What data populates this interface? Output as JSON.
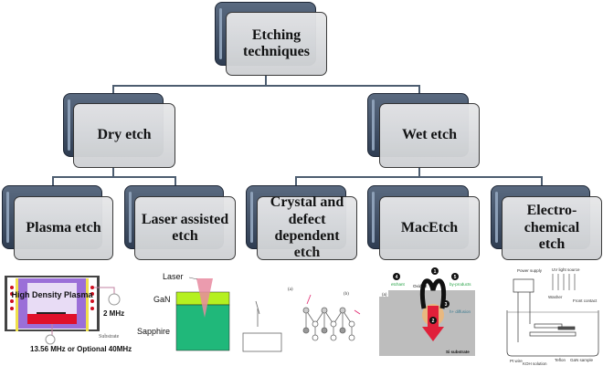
{
  "root": {
    "label": "Etching techniques"
  },
  "level1": [
    {
      "label": "Dry etch"
    },
    {
      "label": "Wet etch"
    }
  ],
  "level2": [
    {
      "label": "Plasma etch"
    },
    {
      "label": "Laser assisted etch"
    },
    {
      "label": "Crystal and defect dependent etch"
    },
    {
      "label": "MacEtch"
    },
    {
      "label": "Electro-chemical etch"
    }
  ],
  "illustrations": {
    "plasma": {
      "plasma": "High Density Plasma",
      "freq1": "2 MHz",
      "substrate": "Substrate",
      "freq2": "13.56 MHz or Optional 40MHz"
    },
    "laser": {
      "laser": "Laser",
      "gan": "GaN",
      "sapphire": "Sapphire"
    },
    "crystal": {
      "a": "(a)",
      "b": "(b)"
    },
    "macetch": {
      "panel": "(a)",
      "oxidant": "Oxidant",
      "etchant": "etchant",
      "byproducts": "by-products",
      "diffusion": "h+ diffusion",
      "substrate": "Si substrate",
      "n1": "1",
      "n2": "2",
      "n3": "3",
      "n4": "4",
      "n5": "5"
    },
    "electro": {
      "power": "Power supply",
      "uv": "UV light source",
      "washer": "Washer",
      "front_contact": "Front contact",
      "pt": "Pt wire",
      "koh": "KOH solution",
      "teflon": "Teflon",
      "gan": "GaN sample"
    }
  },
  "colors": {
    "box_dark": "#3b4a60",
    "box_front": "#dcdde0",
    "connector": "#4d5d70"
  }
}
